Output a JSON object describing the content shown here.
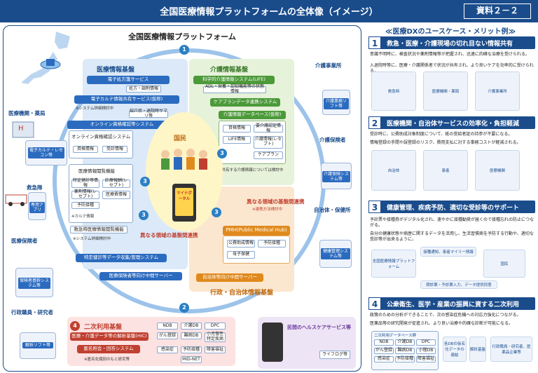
{
  "header": {
    "title": "全国医療情報プラットフォームの全体像（イメージ）",
    "badge": "資料２－２"
  },
  "platform": {
    "title": "全国医療情報プラットフォーム",
    "medical_base": {
      "title": "医療情報基盤",
      "items": [
        "電子処方箋サービス",
        "処方・調剤情報",
        "電子カルテ情報共有サービス(仮称)",
        "※システム詳細検討中",
        "紹介状・退院時サマリ等",
        "オンライン資格確認等システム",
        "オンライン資格確認システム",
        "資格情報",
        "受診情報",
        "医療情報閲覧機能",
        "特定健診等情報",
        "診療報酬(レセプト)",
        "薬剤情報(レセプト)",
        "医療費情報",
        "予防接種",
        "※カルテ情報",
        "救急時医療情報閲覧機能",
        "※システム詳細検討中",
        "特定健診等データ収集/管理システム",
        "医療保険者等向け中間サーバー"
      ]
    },
    "care_base": {
      "title": "介護情報基盤",
      "items": [
        "科学的介護情報システム(LIFE)",
        "ADL・栄養・認知機能等の状態情報",
        "ケアプランデータ連携システム",
        "介護情報データベース(仮称)",
        "資格情報",
        "要介護認定情報",
        "LIFE情報",
        "介護情報(レセプト)",
        "ケアプラン",
        "※共有する介護情報については検討中"
      ]
    },
    "admin_base": {
      "title": "行政・自治体情報基盤",
      "items": [
        "PMH(Public Medical Hub)",
        "公費助成情報",
        "予防接種",
        "母子保健",
        "自治体等向け中間サーバー"
      ]
    },
    "center": {
      "label": "国民",
      "portal": "マイナポータル"
    },
    "links": [
      "異なる領域の基盤間連携",
      "※連携方法検討中",
      "異なる領域の基盤間連携"
    ],
    "secondary": {
      "num": "4",
      "title": "二次利用基盤",
      "items": [
        "医療・介護データ等の解析基盤(HIC)",
        "匿名照会・回答システム",
        "※匿名化識別のもと研究等",
        "NDB",
        "介護DB",
        "DPC",
        "がん登録",
        "難病DB",
        "小児慢性特定疾病",
        "感染症",
        "予防接種",
        "障害福祉",
        "MID-NET"
      ]
    },
    "phr": {
      "title": "民間のヘルスケアサービス等",
      "item": "ライフログ等"
    },
    "left_nodes": [
      {
        "label": "医療機関・薬局",
        "device": "電子カルテ・レセコン等"
      },
      {
        "label": "救急隊",
        "device": "専用アプリ"
      },
      {
        "label": "医療保険者",
        "device": "保険者基幹システム等"
      },
      {
        "label": "行政職員・研究者",
        "device": "解析ソフト等"
      }
    ],
    "right_nodes": [
      {
        "label": "介護事業所",
        "device": "介護業務ソフト等"
      },
      {
        "label": "介護保険者",
        "device": "介護保険システム等"
      },
      {
        "label": "自治体・保健所",
        "device": "健康管理システム等"
      }
    ],
    "numbers": [
      "1",
      "2",
      "3",
      "3",
      "3",
      "3"
    ]
  },
  "usecases": {
    "title": "≪医療DXのユースケース・メリット例≫",
    "items": [
      {
        "num": "1",
        "title": "救急・医療・介護現場の切れ目ない情報共有",
        "lines": [
          "意識不明時に、検査状況や薬剤情報等が把握され、迅速に的確な治療を受けられる。",
          "入退院時等に、医療・介護関係者で状況が共有され、より良いケアを効率的に受けられる。"
        ],
        "images": [
          "救急時",
          "医療機関・薬局",
          "介護事業所"
        ]
      },
      {
        "num": "2",
        "title": "医療機関・自治体サービスの効率化・負担軽減",
        "lines": [
          "受診時に、公費助成対象制度について、紙の受給者証の持参が不要になる。",
          "情報登録の手間や誤登録のリスク、費用支払に対する事務コストが軽減される。"
        ],
        "images": [
          "自治体",
          "患者",
          "医療機関"
        ]
      },
      {
        "num": "3",
        "title": "健康管理、疾病予防、適切な受診等のサポート",
        "lines": [
          "予診票や接種券がデジタル化され、速やかに接種勧奨が届くので接種忘れの防止につながる。",
          "自分の健康状態や病歴に関するデータを活用し、生活習慣病を予防する行動や、適切な受診等が出来るように。"
        ],
        "images": [
          "全国医療情報プラットフォーム",
          "接種通知、患者マイリー情報",
          "国民",
          "問診票・予診票入力、データ提供同意"
        ]
      },
      {
        "num": "4",
        "title": "公衆衛生、医学・産業の振興に資する二次利用",
        "lines": [
          "政策のための分析ができることで、次の感染症危機への対応力強化につながる。",
          "医薬品等の研究開発が促進され、より良い治療や的確な診断が可能になる。"
        ],
        "images": [
          "二次利用データベース群",
          "NDB",
          "介護DB",
          "DPC",
          "がん登録",
          "難病DB",
          "小慢DB",
          "感染症",
          "予防接種",
          "障害福祉",
          "各DBの仮名化データの連結",
          "解析基盤",
          "行政職員・研究者、医薬品企業等"
        ]
      }
    ]
  },
  "colors": {
    "navy": "#1a4c8c",
    "blue": "#2b6bbf",
    "green": "#4c9a3a",
    "orange": "#e08a1e"
  }
}
